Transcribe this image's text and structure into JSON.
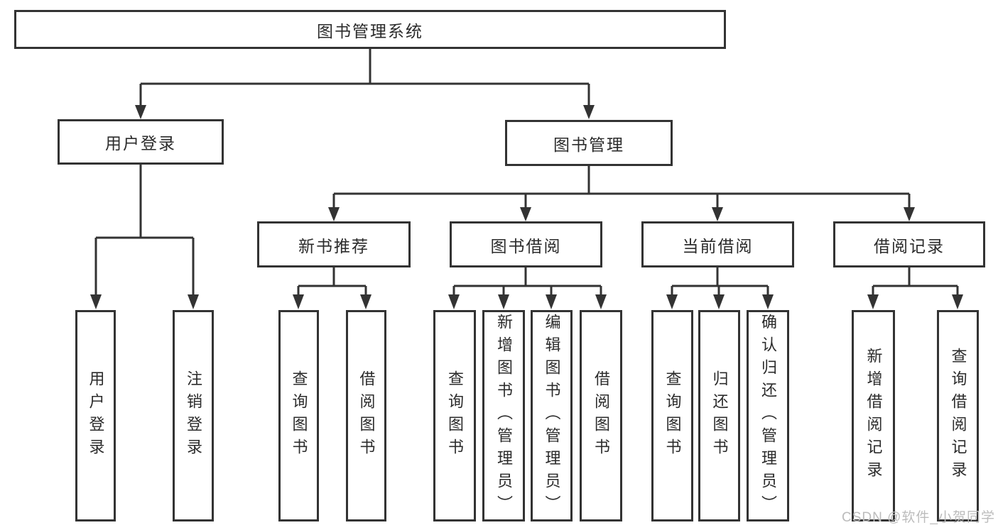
{
  "diagram": {
    "root": "图书管理系统",
    "login_branch": {
      "label": "用户登录",
      "children": {
        "login": "用户登录",
        "logout": "注销登录"
      }
    },
    "mgmt_branch": {
      "label": "图书管理",
      "new_books": {
        "label": "新书推荐",
        "children": {
          "query": "查询图书",
          "borrow": "借阅图书"
        }
      },
      "borrowing": {
        "label": "图书借阅",
        "children": {
          "query": "查询图书",
          "add": "新增图书（管理员）",
          "edit": "编辑图书（管理员）",
          "borrow": "借阅图书"
        }
      },
      "current": {
        "label": "当前借阅",
        "children": {
          "query": "查询图书",
          "return": "归还图书",
          "confirm": "确认归还（管理员）"
        }
      },
      "records": {
        "label": "借阅记录",
        "children": {
          "add": "新增借阅记录",
          "query": "查询借阅记录"
        }
      }
    }
  },
  "watermark": "CSDN @软件_小贺同学",
  "colors": {
    "line": "#333333",
    "text": "#2b2b2b",
    "watermark": "#bcbcbc"
  }
}
